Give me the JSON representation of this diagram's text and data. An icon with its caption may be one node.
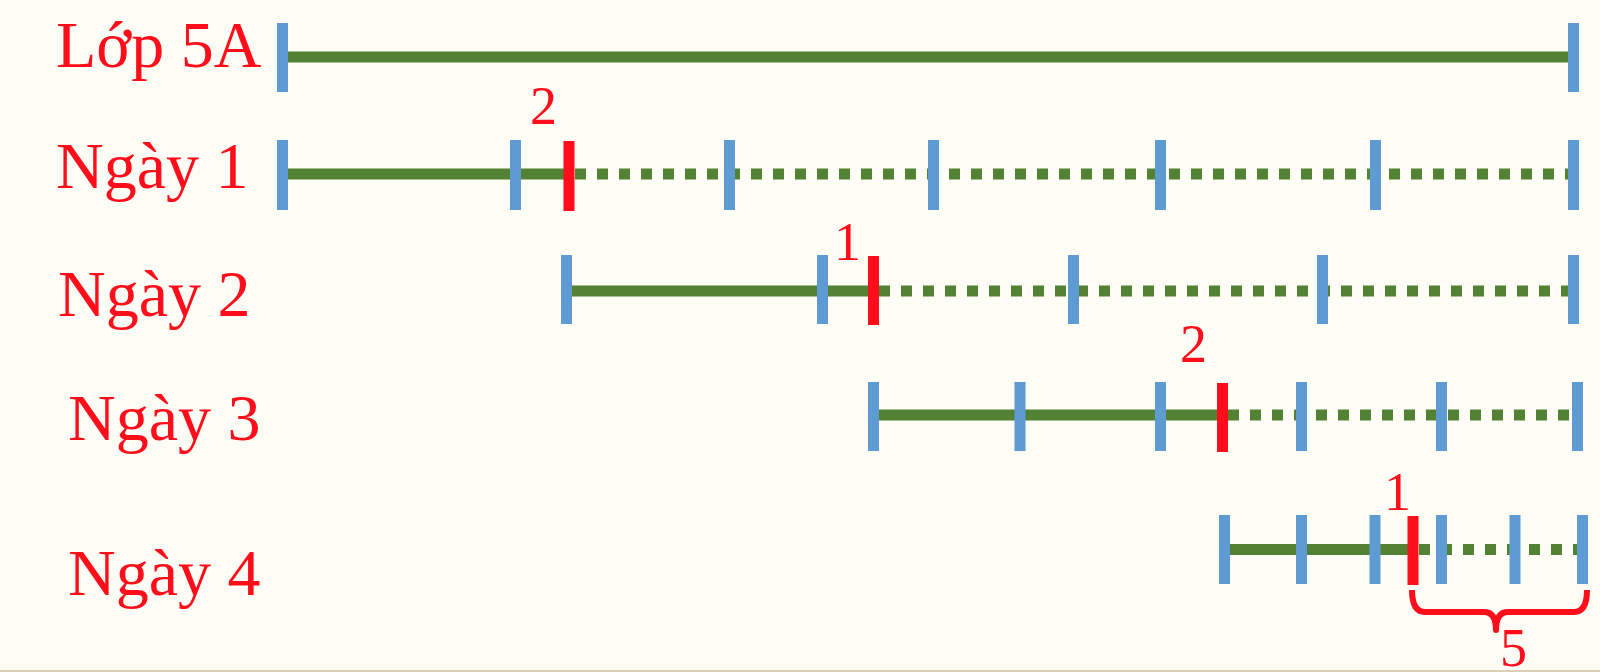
{
  "diagram": {
    "labels": [
      "Lớp 5A",
      "2",
      "Ngày 1",
      "1",
      "Ngày 2",
      "2",
      "Ngày 3",
      "1",
      "Ngày 4",
      "5"
    ]
  }
}
